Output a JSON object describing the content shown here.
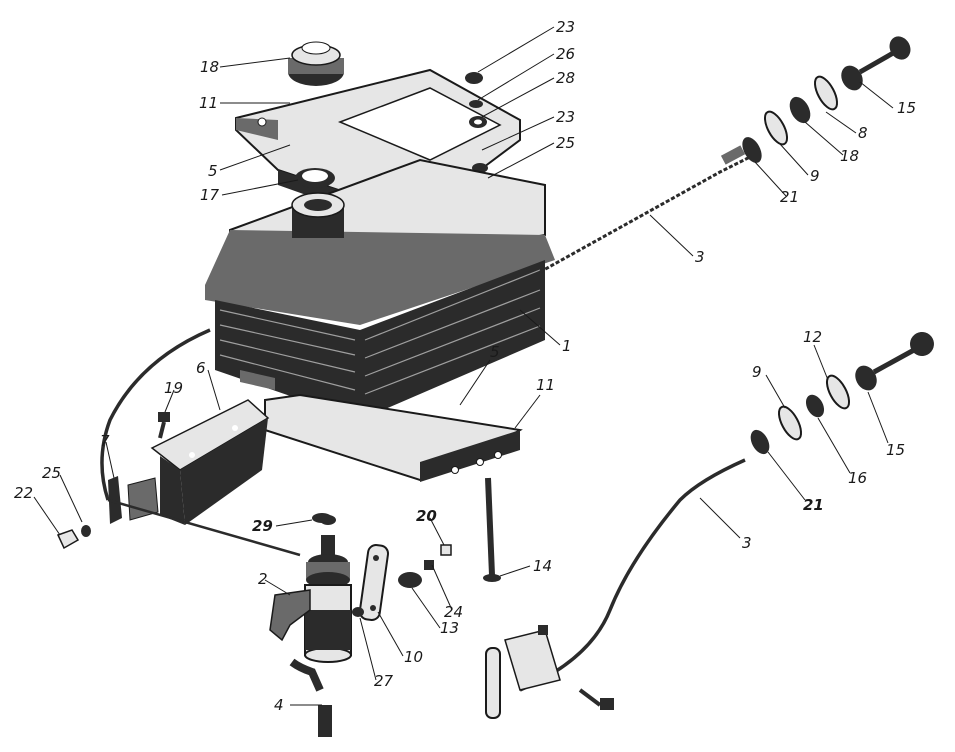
{
  "callouts": [
    {
      "id": "c18a",
      "text": "18"
    },
    {
      "id": "c11a",
      "text": "11"
    },
    {
      "id": "c5a",
      "text": "5"
    },
    {
      "id": "c17",
      "text": "17"
    },
    {
      "id": "c23a",
      "text": "23"
    },
    {
      "id": "c26",
      "text": "26"
    },
    {
      "id": "c28",
      "text": "28"
    },
    {
      "id": "c23b",
      "text": "23"
    },
    {
      "id": "c25a",
      "text": "25"
    },
    {
      "id": "c15a",
      "text": "15"
    },
    {
      "id": "c8",
      "text": "8"
    },
    {
      "id": "c18b",
      "text": "18"
    },
    {
      "id": "c9a",
      "text": "9"
    },
    {
      "id": "c21a",
      "text": "21"
    },
    {
      "id": "c3a",
      "text": "3"
    },
    {
      "id": "c1",
      "text": "1"
    },
    {
      "id": "c5b",
      "text": "5"
    },
    {
      "id": "c11b",
      "text": "11"
    },
    {
      "id": "c6",
      "text": "6"
    },
    {
      "id": "c19",
      "text": "19"
    },
    {
      "id": "c7",
      "text": "7"
    },
    {
      "id": "c25b",
      "text": "25"
    },
    {
      "id": "c22",
      "text": "22"
    },
    {
      "id": "c29",
      "text": "29"
    },
    {
      "id": "c20",
      "text": "20"
    },
    {
      "id": "c14",
      "text": "14"
    },
    {
      "id": "c2",
      "text": "2"
    },
    {
      "id": "c24",
      "text": "24"
    },
    {
      "id": "c13",
      "text": "13"
    },
    {
      "id": "c10",
      "text": "10"
    },
    {
      "id": "c27",
      "text": "27"
    },
    {
      "id": "c4",
      "text": "4"
    },
    {
      "id": "c12",
      "text": "12"
    },
    {
      "id": "c9b",
      "text": "9"
    },
    {
      "id": "c15b",
      "text": "15"
    },
    {
      "id": "c16",
      "text": "16"
    },
    {
      "id": "c21b",
      "text": "21"
    },
    {
      "id": "c3b",
      "text": "3"
    }
  ]
}
